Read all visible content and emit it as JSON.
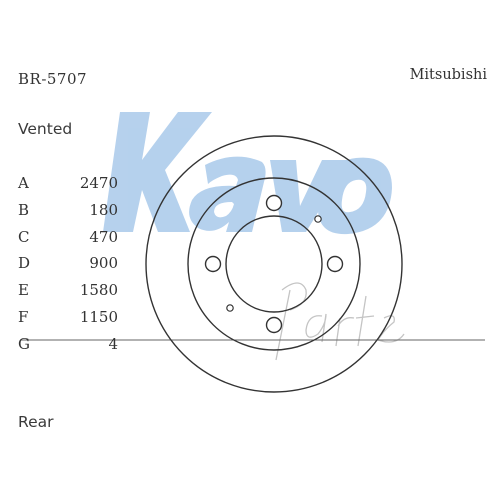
{
  "part_number": "BR-5707",
  "brand": "Mitsubishi",
  "disc_type": "Vented",
  "position": "Rear",
  "watermark": {
    "brand_logo": "Kavo",
    "sub_logo": "Parts",
    "color": "#a9c9ea"
  },
  "dimensions": [
    {
      "letter": "A",
      "value": "2470"
    },
    {
      "letter": "B",
      "value": "180"
    },
    {
      "letter": "C",
      "value": "470"
    },
    {
      "letter": "D",
      "value": "900"
    },
    {
      "letter": "E",
      "value": "1580"
    },
    {
      "letter": "F",
      "value": "1150"
    },
    {
      "letter": "G",
      "value": "4"
    }
  ],
  "line_color": "#333333"
}
